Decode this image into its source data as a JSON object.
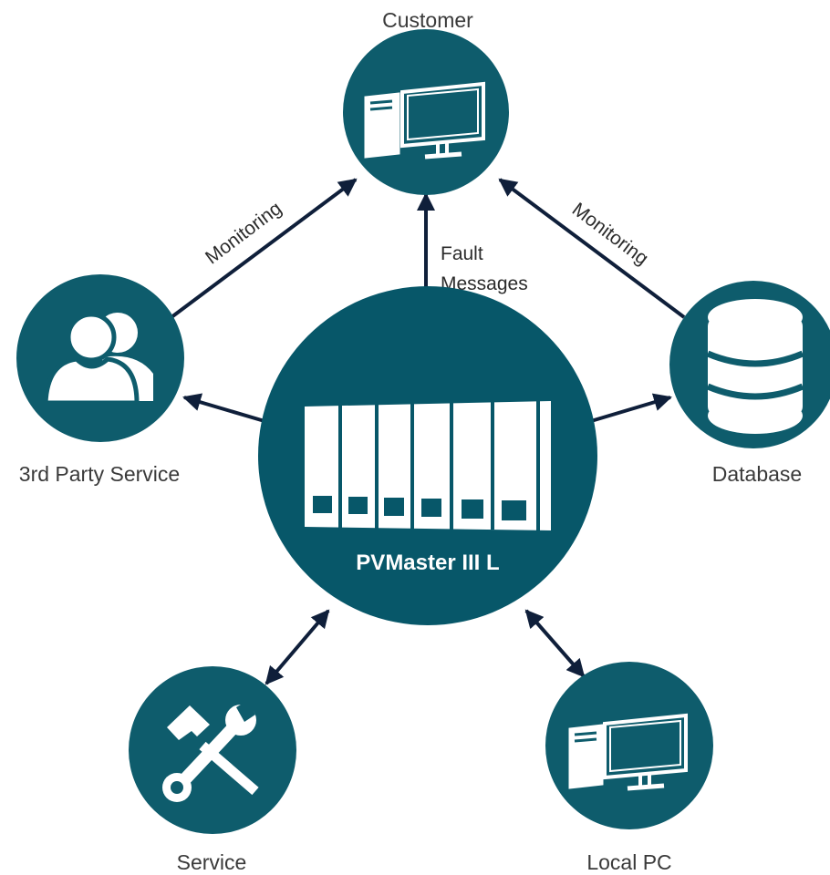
{
  "colors": {
    "node_fill": "#0e5c6c",
    "center_fill": "#075769",
    "edge": "#0f1f3a",
    "icon": "#ffffff"
  },
  "center": {
    "label": "PVMaster III L",
    "icon": "inverter-cabinets-icon"
  },
  "nodes": {
    "customer": {
      "label": "Customer",
      "icon": "desktop-computer-icon"
    },
    "third_party": {
      "label": "3rd Party Service",
      "icon": "users-icon"
    },
    "database": {
      "label": "Database",
      "icon": "database-icon"
    },
    "service": {
      "label": "Service",
      "icon": "hammer-wrench-icon"
    },
    "local_pc": {
      "label": "Local PC",
      "icon": "desktop-computer-icon"
    }
  },
  "edges": {
    "monitoring_left": "Monitoring",
    "monitoring_right": "Monitoring",
    "fault_line1": "Fault",
    "fault_line2": "Messages"
  }
}
